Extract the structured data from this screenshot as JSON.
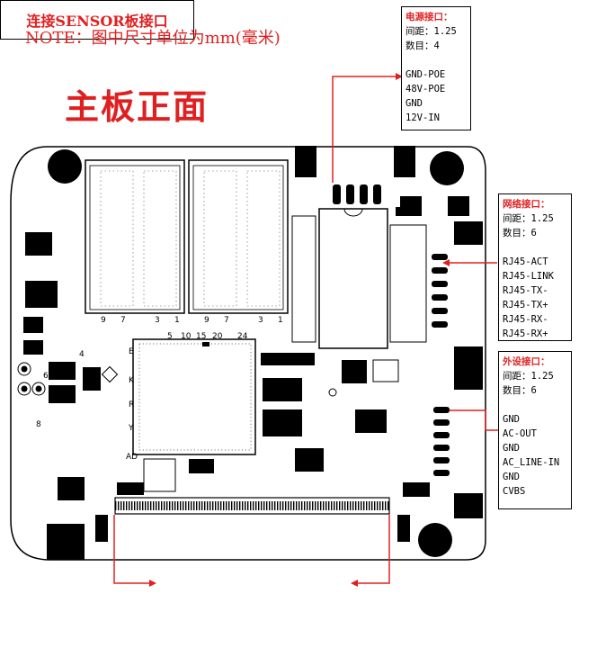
{
  "note": "NOTE：图中尺寸单位为mm(毫米)",
  "title": "主板正面",
  "power_box": {
    "heading": "电源接口：",
    "pitch": "间距：1.25",
    "count": "数目：4",
    "pins": [
      "GND-POE",
      "48V-POE",
      "GND",
      "12V-IN"
    ]
  },
  "network_box": {
    "heading": "网络接口：",
    "pitch": "间距：1.25",
    "count": "数目：6",
    "pins": [
      "RJ45-ACT",
      "RJ45-LINK",
      "RJ45-TX-",
      "RJ45-TX+",
      "RJ45-RX-",
      "RJ45-RX+"
    ]
  },
  "peripheral_box": {
    "heading": "外设接口：",
    "pitch": "间距：1.25",
    "count": "数目：6",
    "pins": [
      "GND",
      "AC-OUT",
      "GND",
      "AC_LINE-IN",
      "GND",
      "CVBS"
    ]
  },
  "sensor_label": "连接SENSOR板接口",
  "bga_col_labels": [
    "5",
    "10",
    "15",
    "20",
    "24"
  ],
  "bga_row_labels": [
    "E",
    "K",
    "R",
    "Y",
    "AD"
  ],
  "ram_labels": [
    "9",
    "7",
    "3",
    "1",
    "9",
    "7",
    "3",
    "1"
  ],
  "misc_labels": [
    "4",
    "6",
    "8"
  ],
  "colors": {
    "accent": "#e02020",
    "ink": "#000000"
  }
}
